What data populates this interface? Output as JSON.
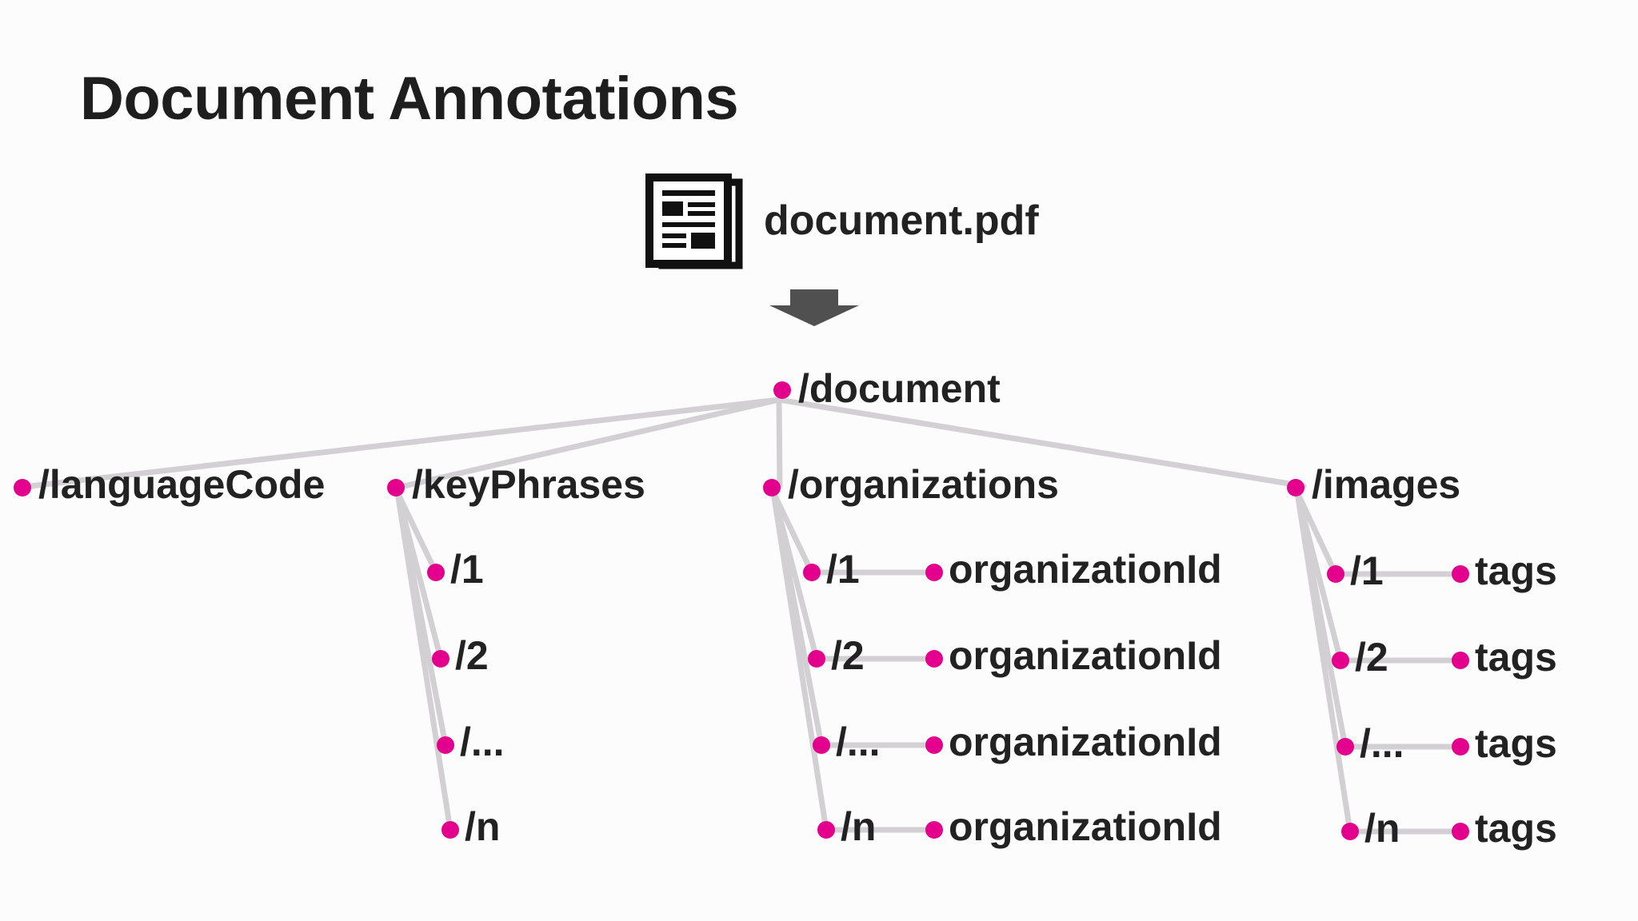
{
  "title": "Document Annotations",
  "source_file": {
    "label": "document.pdf",
    "icon": "newspaper-document-icon"
  },
  "flow_arrow_icon": "down-arrow-icon",
  "colors": {
    "node": "#e3008c",
    "edge": "#d2d0d3",
    "text": "#222222",
    "icon": "#111111",
    "arrow": "#505050"
  },
  "tree": {
    "root": "/document",
    "branches": [
      {
        "label": "/languageCode",
        "children": []
      },
      {
        "label": "/keyPhrases",
        "children": [
          {
            "label": "/1"
          },
          {
            "label": "/2"
          },
          {
            "label": "/..."
          },
          {
            "label": "/n"
          }
        ]
      },
      {
        "label": "/organizations",
        "children": [
          {
            "label": "/1",
            "leaf": "organizationId"
          },
          {
            "label": "/2",
            "leaf": "organizationId"
          },
          {
            "label": "/...",
            "leaf": "organizationId"
          },
          {
            "label": "/n",
            "leaf": "organizationId"
          }
        ]
      },
      {
        "label": "/images",
        "children": [
          {
            "label": "/1",
            "leaf": "tags"
          },
          {
            "label": "/2",
            "leaf": "tags"
          },
          {
            "label": "/...",
            "leaf": "tags"
          },
          {
            "label": "/n",
            "leaf": "tags"
          }
        ]
      }
    ]
  }
}
